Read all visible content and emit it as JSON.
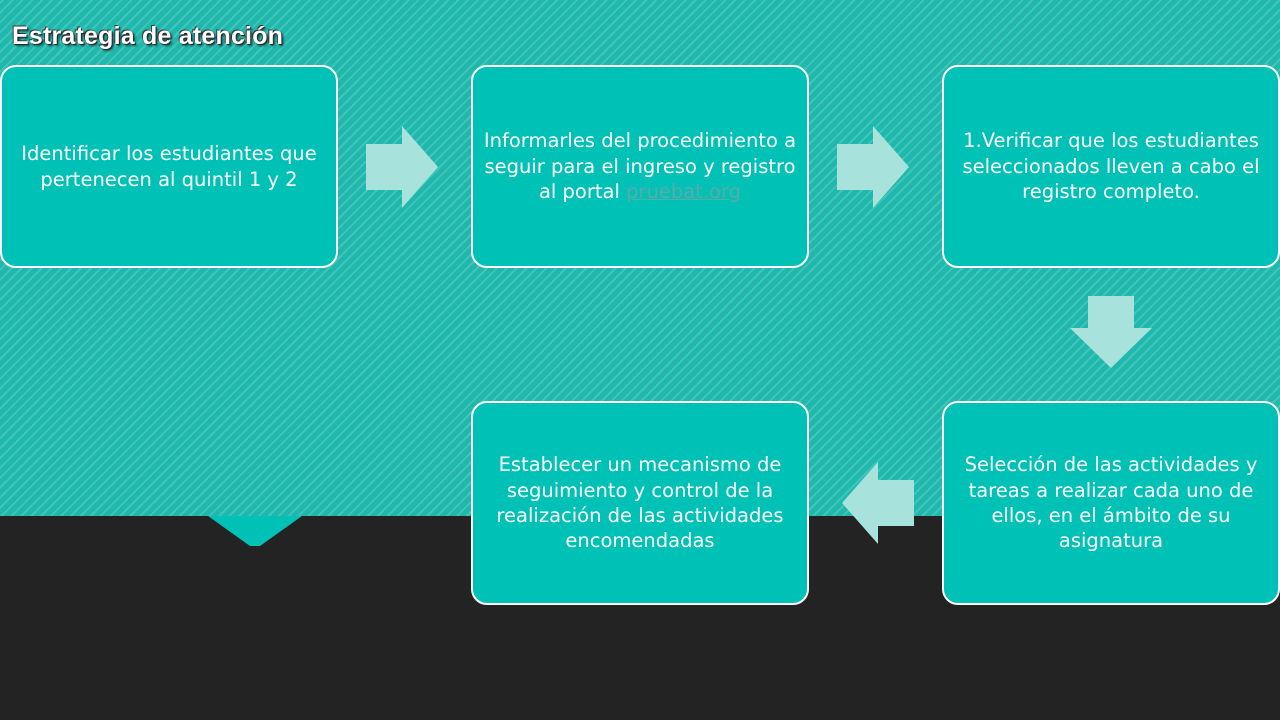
{
  "slide": {
    "title": "Estrategia de atención"
  },
  "colors": {
    "teal_background": "#1fb8ad",
    "dark_background": "#232323",
    "box_fill": "#00c1b6",
    "box_border": "#ffffff",
    "arrow_fill": "#a8e2dc",
    "link_color": "#5fa9a8"
  },
  "steps": [
    {
      "text": "Identificar los estudiantes que pertenecen al quintil 1 y 2"
    },
    {
      "text": "Informarles del procedimiento a seguir para el ingreso y registro al portal ",
      "link": "pruebat.org"
    },
    {
      "text": "1.Verificar que los estudiantes seleccionados lleven a cabo el registro completo."
    },
    {
      "text": "Selección de las actividades y tareas a realizar cada uno de ellos, en el ámbito de su asignatura"
    },
    {
      "text": "Establecer un mecanismo de seguimiento y control de la realización de las actividades encomendadas"
    }
  ],
  "arrows": [
    {
      "direction": "right",
      "icon": "arrow-right-icon"
    },
    {
      "direction": "right",
      "icon": "arrow-right-icon"
    },
    {
      "direction": "down",
      "icon": "arrow-down-icon"
    },
    {
      "direction": "left",
      "icon": "arrow-left-icon"
    }
  ]
}
